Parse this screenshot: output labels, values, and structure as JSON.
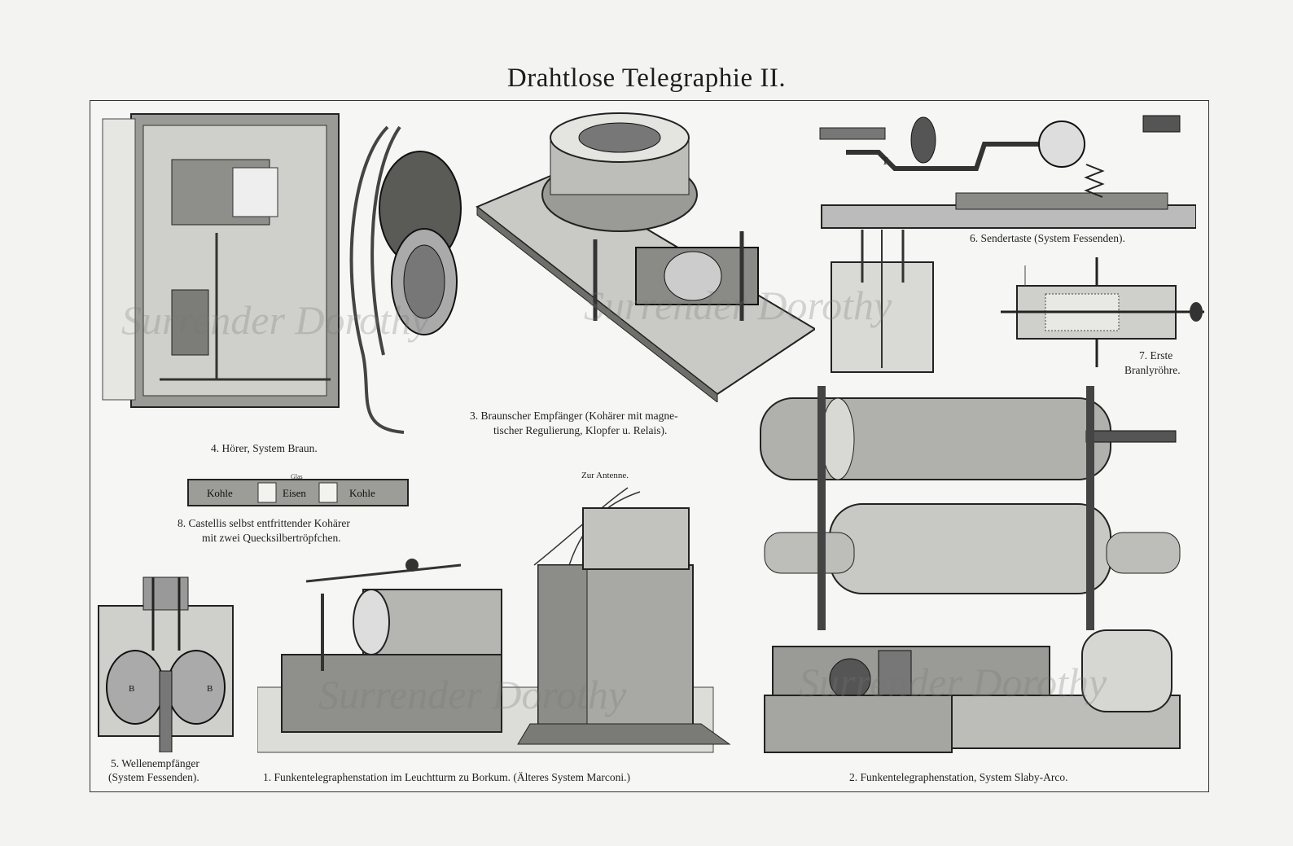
{
  "title": "Drahtlose Telegraphie II.",
  "captions": {
    "fig1": "1. Funkentelegraphenstation im Leuchtturm zu Borkum. (Älteres System Marconi.)",
    "fig2": "2. Funkentelegraphenstation, System Slaby-Arco.",
    "fig3_line1": "3. Braunscher Empfänger (Kohärer mit magne-",
    "fig3_line2": "tischer Regulierung, Klopfer u. Relais).",
    "fig4": "4. Hörer, System Braun.",
    "fig5_line1": "5. Wellenempfänger",
    "fig5_line2": "(System Fessenden).",
    "fig6": "6. Sendertaste (System Fessenden).",
    "fig7_line1": "7. Erste",
    "fig7_line2": "Branlyröhre.",
    "fig8_line1": "8. Castellis selbst entfrittender Kohärer",
    "fig8_line2": "mit zwei Quecksilbertröpfchen."
  },
  "labels": {
    "zur_antenne": "Zur Antenne.",
    "kohle_left": "Kohle",
    "eisen": "Eisen",
    "kohle_right": "Kohle",
    "glas": "Glas",
    "key_T": "T",
    "fessenden_B1": "B",
    "fessenden_B2": "B"
  },
  "watermark": "Surrender Dorothy"
}
